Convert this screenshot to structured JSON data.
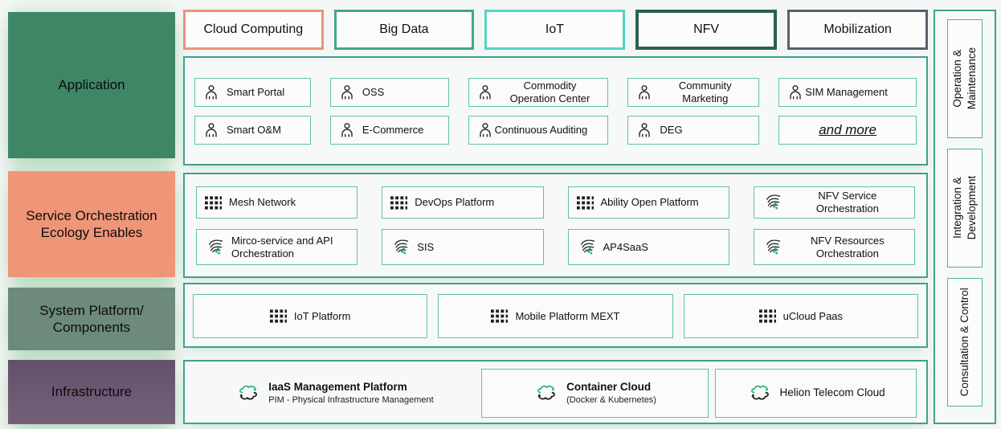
{
  "colors": {
    "container_border": "#3fa18c",
    "item_border": "#62c0ab",
    "tab_cloud_computing_border": "#ec9277",
    "tab_big_data_border": "#45a68b",
    "tab_iot_border": "#55d3c6",
    "tab_nfv_border": "#2c6054",
    "tab_mobilization_border": "#57616f",
    "layer_application_bg": "#3e8766",
    "layer_service_bg": "#ef9678",
    "layer_system_bg": "#6d8a7c",
    "layer_infrastructure_bg": "#6b5671",
    "icon_green": "#3bb57d",
    "icon_dark": "#262626"
  },
  "tabs": [
    {
      "label": "Cloud Computing"
    },
    {
      "label": "Big Data"
    },
    {
      "label": "IoT"
    },
    {
      "label": "NFV"
    },
    {
      "label": "Mobilization"
    }
  ],
  "layers": [
    {
      "label": "Application"
    },
    {
      "label": "Service Orchestration Ecology Enables"
    },
    {
      "label": "System Platform/ Components"
    },
    {
      "label": "Infrastructure"
    }
  ],
  "application": {
    "row1": [
      {
        "label": "Smart Portal"
      },
      {
        "label": "OSS"
      },
      {
        "label": "Commodity Operation Center"
      },
      {
        "label": "Community Marketing"
      },
      {
        "label": "SIM Management"
      }
    ],
    "row2": [
      {
        "label": "Smart O&M"
      },
      {
        "label": "E-Commerce"
      },
      {
        "label": "Continuous Auditing"
      },
      {
        "label": "DEG"
      },
      {
        "label": "and more"
      }
    ]
  },
  "service": {
    "row1": [
      {
        "label": "Mesh Network"
      },
      {
        "label": "DevOps Platform"
      },
      {
        "label": "Ability Open Platform"
      },
      {
        "label": "NFV Service Orchestration"
      }
    ],
    "row2": [
      {
        "label": "Mirco-service and API Orchestration"
      },
      {
        "label": "SIS"
      },
      {
        "label": "AP4SaaS"
      },
      {
        "label": "NFV Resources Orchestration"
      }
    ]
  },
  "system": [
    {
      "label": "IoT Platform"
    },
    {
      "label": "Mobile Platform MEXT"
    },
    {
      "label": "uCloud Paas"
    }
  ],
  "infrastructure": [
    {
      "label": "IaaS Management Platform",
      "subtitle": "PIM - Physical Infrastructure Management"
    },
    {
      "label": "Container Cloud",
      "subtitle": "(Docker & Kubernetes)"
    },
    {
      "label": "Helion Telecom Cloud",
      "subtitle": ""
    }
  ],
  "sidebar": [
    {
      "line1": "Operation &",
      "line2": "Maintenance"
    },
    {
      "line1": "Integration &",
      "line2": "Development"
    },
    {
      "line1": "Consultation & Control",
      "line2": ""
    }
  ]
}
